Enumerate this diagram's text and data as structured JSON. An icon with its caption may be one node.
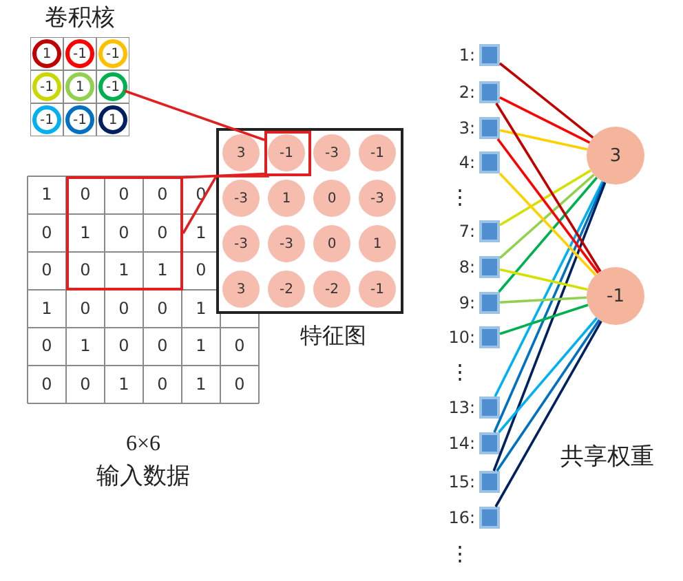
{
  "diagram": {
    "nodes": [
      {
        "text": [
          "卷积核"
        ]
      },
      {
        "text": [
          "1"
        ],
        "in": 0
      },
      {
        "text": [
          "-1"
        ],
        "in": 0
      },
      {
        "text": [
          "-1"
        ],
        "in": 0
      },
      {
        "text": [
          "-1"
        ],
        "in": 0
      },
      {
        "text": [
          "1"
        ],
        "in": 0
      },
      {
        "text": [
          "-1"
        ],
        "in": 0
      },
      {
        "text": [
          "-1"
        ],
        "in": 0
      },
      {
        "text": [
          "-1"
        ],
        "in": 0
      },
      {
        "text": [
          "1"
        ],
        "in": 0
      },
      {
        "text": [],
        "shape": "box"
      },
      {
        "text": [
          "特征图"
        ]
      },
      {
        "text": [
          "3"
        ],
        "in": 11
      },
      {
        "text": [],
        "shape": "box",
        "in": 11
      },
      {
        "text": [
          "-1"
        ],
        "in": 13
      },
      {
        "text": [
          "-3"
        ],
        "in": 11
      },
      {
        "text": [
          "-1"
        ],
        "in": 11
      },
      {
        "text": [
          "-3"
        ],
        "in": 11
      },
      {
        "text": [
          "1"
        ],
        "in": 11
      },
      {
        "text": [
          "0"
        ],
        "in": 11
      },
      {
        "text": [
          "-3"
        ],
        "in": 11
      },
      {
        "text": [
          "-3"
        ],
        "in": 11
      },
      {
        "text": [
          "-3"
        ],
        "in": 11
      },
      {
        "text": [
          "0"
        ],
        "in": 11
      },
      {
        "text": [
          "1"
        ],
        "in": 11
      },
      {
        "text": [
          "3"
        ],
        "in": 11
      },
      {
        "text": [
          "-2"
        ],
        "in": 11
      },
      {
        "text": [
          "-2"
        ],
        "in": 11
      },
      {
        "text": [
          "-1"
        ],
        "in": 11
      },
      {
        "text": [],
        "shape": "box",
        "beside": [
          "1:"
        ]
      },
      {
        "text": [],
        "shape": "box",
        "beside": [
          "2:"
        ]
      },
      {
        "text": [],
        "shape": "box",
        "beside": [
          "3:"
        ]
      },
      {
        "text": [],
        "shape": "box",
        "beside": [
          "4:"
        ]
      },
      {
        "text": [],
        "shape": "box",
        "beside": [
          "7:"
        ]
      },
      {
        "text": [],
        "shape": "box",
        "beside": [
          "8:"
        ]
      },
      {
        "text": [],
        "shape": "box",
        "beside": [
          "9:"
        ]
      },
      {
        "text": [],
        "shape": "box",
        "beside": [
          "10:"
        ]
      },
      {
        "text": [],
        "shape": "box",
        "beside": [
          "13:"
        ]
      },
      {
        "text": [],
        "shape": "box",
        "beside": [
          "14:"
        ]
      },
      {
        "text": [],
        "shape": "box",
        "beside": [
          "15:"
        ]
      },
      {
        "text": [],
        "shape": "box",
        "beside": [
          "16:"
        ]
      },
      {
        "text": [
          "3"
        ]
      },
      {
        "text": [
          "-1"
        ]
      }
    ],
    "edges": [
      {
        "from": 6,
        "to": 13,
        "arrow": "none",
        "color": "#e02020"
      },
      {
        "from": 10,
        "to": 13,
        "arrow": "none",
        "color": "#e02020"
      },
      {
        "from": 10,
        "to": 13,
        "arrow": "none",
        "color": "#e02020"
      },
      {
        "from": 29,
        "to": 41,
        "arrow": "none",
        "color": "#c00000"
      },
      {
        "from": 30,
        "to": 41,
        "arrow": "none",
        "color": "#ff0000"
      },
      {
        "from": 31,
        "to": 41,
        "arrow": "none",
        "color": "#ffd000"
      },
      {
        "from": 33,
        "to": 41,
        "arrow": "none",
        "color": "#d4e000"
      },
      {
        "from": 34,
        "to": 41,
        "arrow": "none",
        "color": "#92d050"
      },
      {
        "from": 35,
        "to": 41,
        "arrow": "none",
        "color": "#00b050"
      },
      {
        "from": 37,
        "to": 41,
        "arrow": "none",
        "color": "#00b0f0"
      },
      {
        "from": 38,
        "to": 41,
        "arrow": "none",
        "color": "#0070c0"
      },
      {
        "from": 39,
        "to": 41,
        "arrow": "none",
        "color": "#002060"
      },
      {
        "from": 30,
        "to": 42,
        "arrow": "none",
        "color": "#c00000"
      },
      {
        "from": 31,
        "to": 42,
        "arrow": "none",
        "color": "#ff0000"
      },
      {
        "from": 32,
        "to": 42,
        "arrow": "none",
        "color": "#ffd000"
      },
      {
        "from": 34,
        "to": 42,
        "arrow": "none",
        "color": "#d4e000"
      },
      {
        "from": 35,
        "to": 42,
        "arrow": "none",
        "color": "#92d050"
      },
      {
        "from": 36,
        "to": 42,
        "arrow": "none",
        "color": "#00b050"
      },
      {
        "from": 38,
        "to": 42,
        "arrow": "none",
        "color": "#00b0f0"
      },
      {
        "from": 39,
        "to": 42,
        "arrow": "none",
        "color": "#0070c0"
      },
      {
        "from": 40,
        "to": 42,
        "arrow": "none",
        "color": "#002060"
      }
    ],
    "labels": [
      "1",
      "0",
      "0",
      "0",
      "0",
      "0",
      "1",
      "0",
      "0",
      "1",
      "0",
      "0",
      "1",
      "1",
      "0",
      "1",
      "0",
      "0",
      "0",
      "1",
      "0",
      "1",
      "0",
      "0",
      "1",
      "0",
      "0",
      "0",
      "1",
      "0",
      "1",
      "0",
      "6×6",
      "输入数据",
      "⋮",
      "⋮",
      "⋮",
      "共享权重"
    ]
  }
}
